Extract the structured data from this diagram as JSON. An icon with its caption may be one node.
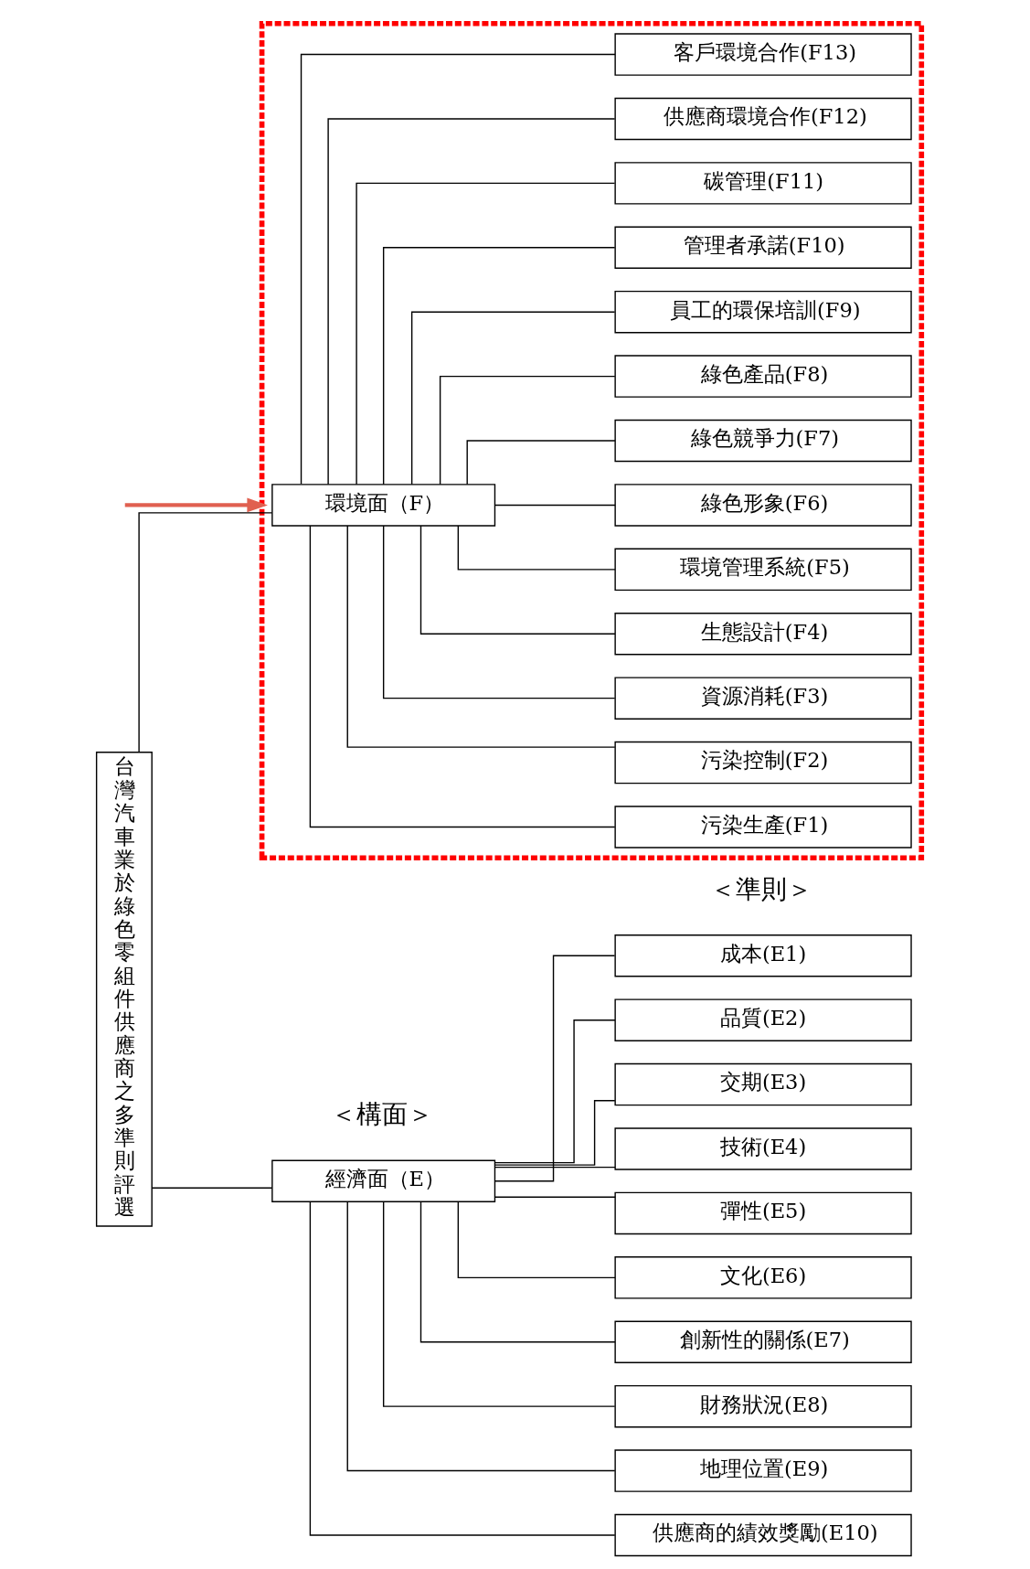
{
  "diagram": {
    "nodes": [
      {
        "text": [
          "台灣汽車業於綠色零組件供應商之多準則評選"
        ]
      },
      {
        "text": [
          "經濟面（E）"
        ]
      },
      {
        "text": [
          "成本(E1)"
        ]
      },
      {
        "text": [
          "品質(E2)"
        ]
      },
      {
        "text": [
          "交期(E3)"
        ]
      },
      {
        "text": [
          "技術(E4)"
        ]
      },
      {
        "text": [
          "彈性(E5)"
        ]
      },
      {
        "text": [
          "文化(E6)"
        ]
      },
      {
        "text": [
          "創新性的關係(E7)"
        ]
      },
      {
        "text": [
          "財務狀況(E8)"
        ]
      },
      {
        "text": [
          "地理位置(E9)"
        ]
      },
      {
        "text": [
          "供應商的績效獎勵(E10)"
        ]
      },
      {
        "text": [],
        "shape": "box"
      },
      {
        "text": [
          "環境面（F）"
        ],
        "in": 12
      },
      {
        "text": [
          "污染生產(F1)"
        ],
        "in": 12
      },
      {
        "text": [
          "污染控制(F2)"
        ],
        "in": 12
      },
      {
        "text": [
          "資源消耗(F3)"
        ],
        "in": 12
      },
      {
        "text": [
          "生態設計(F4)"
        ],
        "in": 12
      },
      {
        "text": [
          "環境管理系統(F5)"
        ],
        "in": 12
      },
      {
        "text": [
          "綠色形象(F6)"
        ],
        "in": 12
      },
      {
        "text": [
          "綠色競爭力(F7)"
        ],
        "in": 12
      },
      {
        "text": [
          "綠色產品(F8)"
        ],
        "in": 12
      },
      {
        "text": [
          "員工的環保培訓(F9)"
        ],
        "in": 12
      },
      {
        "text": [
          "管理者承諾(F10)"
        ],
        "in": 12
      },
      {
        "text": [
          "碳管理(F11)"
        ],
        "in": 12
      },
      {
        "text": [
          "供應商環境合作(F12)"
        ],
        "in": 12
      },
      {
        "text": [
          "客戶環境合作(F13)"
        ],
        "in": 12
      }
    ],
    "edges": [
      {
        "from": 0,
        "to": 1,
        "arrow": "none"
      },
      {
        "from": 0,
        "to": 13,
        "arrow": "none"
      },
      {
        "from": 1,
        "to": 2,
        "arrow": "none"
      },
      {
        "from": 1,
        "to": 3,
        "arrow": "none"
      },
      {
        "from": 1,
        "to": 4,
        "arrow": "none"
      },
      {
        "from": 1,
        "to": 5,
        "arrow": "none"
      },
      {
        "from": 1,
        "to": 6,
        "arrow": "none"
      },
      {
        "from": 1,
        "to": 7,
        "arrow": "none"
      },
      {
        "from": 1,
        "to": 8,
        "arrow": "none"
      },
      {
        "from": 1,
        "to": 9,
        "arrow": "none"
      },
      {
        "from": 1,
        "to": 10,
        "arrow": "none"
      },
      {
        "from": 1,
        "to": 11,
        "arrow": "none"
      },
      {
        "from": 13,
        "to": 14,
        "arrow": "none"
      },
      {
        "from": 13,
        "to": 15,
        "arrow": "none"
      },
      {
        "from": 13,
        "to": 16,
        "arrow": "none"
      },
      {
        "from": 13,
        "to": 17,
        "arrow": "none"
      },
      {
        "from": 13,
        "to": 18,
        "arrow": "none"
      },
      {
        "from": 13,
        "to": 19,
        "arrow": "none"
      },
      {
        "from": 13,
        "to": 20,
        "arrow": "none"
      },
      {
        "from": 13,
        "to": 21,
        "arrow": "none"
      },
      {
        "from": 13,
        "to": 22,
        "arrow": "none"
      },
      {
        "from": 13,
        "to": 23,
        "arrow": "none"
      },
      {
        "from": 13,
        "to": 24,
        "arrow": "none"
      },
      {
        "from": 13,
        "to": 25,
        "arrow": "none"
      },
      {
        "from": 13,
        "to": 26,
        "arrow": "none"
      },
      {
        "from": null,
        "to": 12,
        "arrow": "to",
        "style": "thick",
        "color": "#e06050"
      }
    ],
    "labels": [
      "＜構面＞",
      "＜準則＞"
    ]
  }
}
